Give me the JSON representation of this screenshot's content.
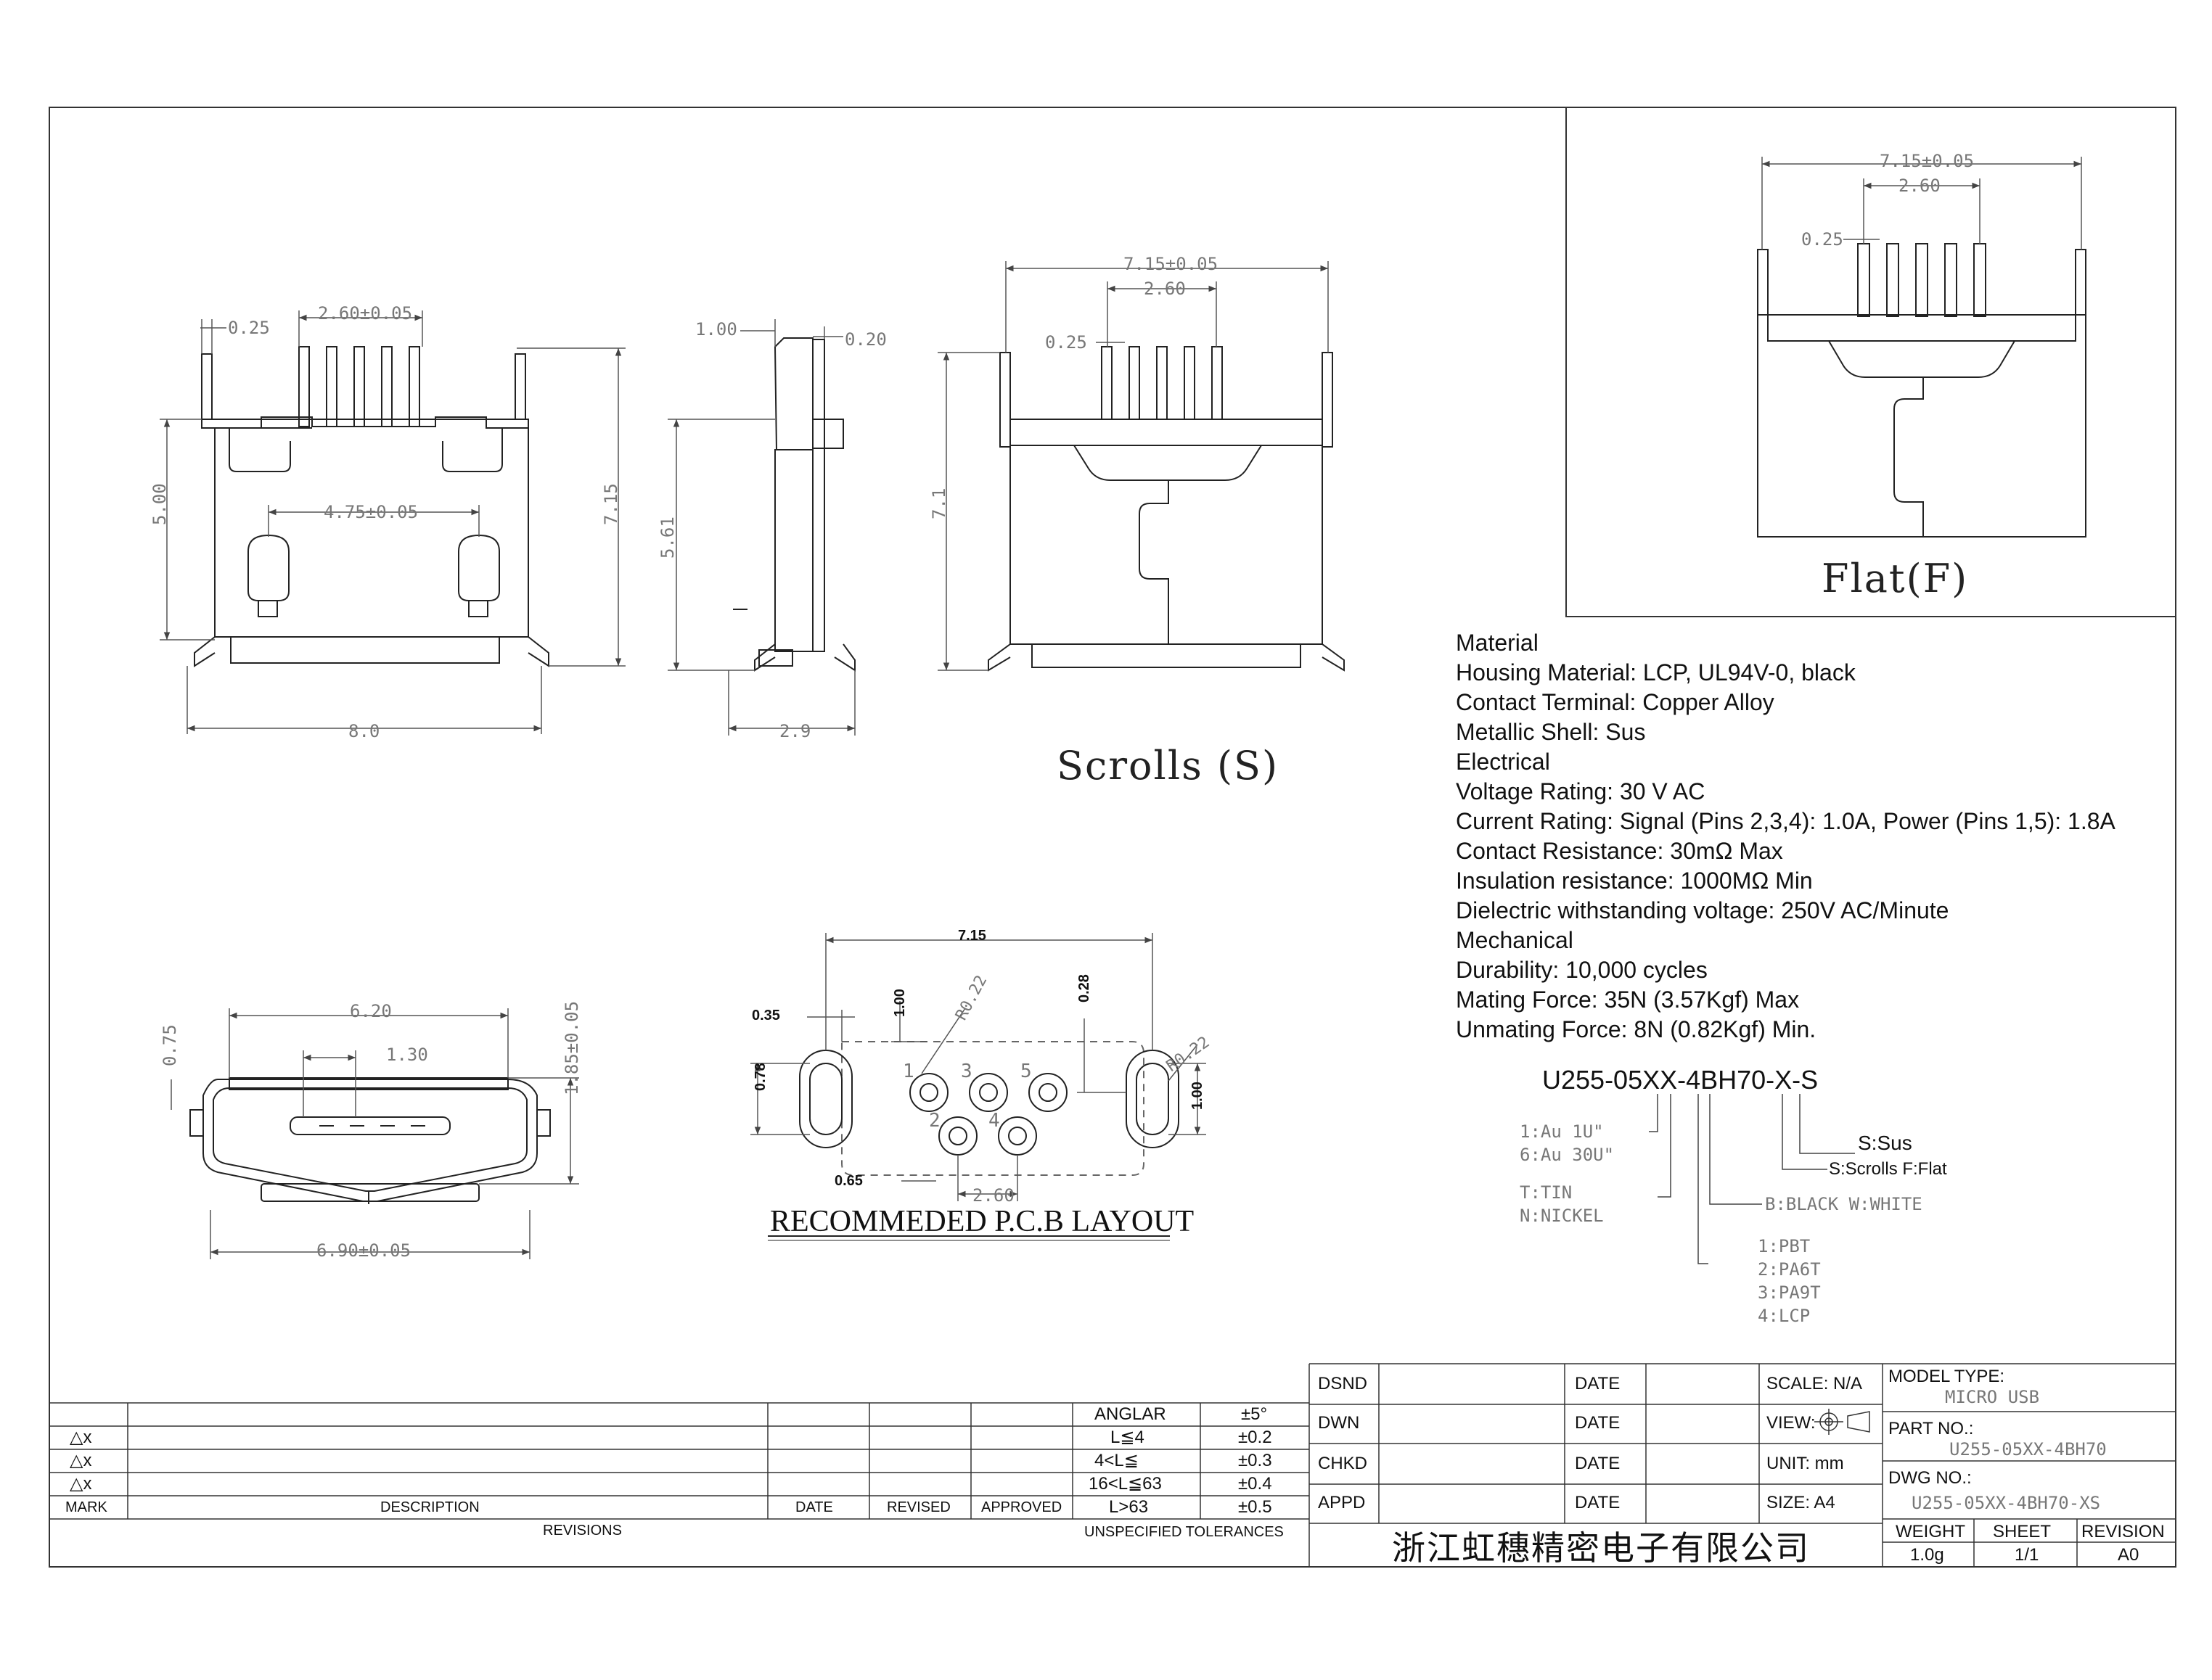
{
  "specs": {
    "lines": [
      "Material",
      "Housing Material: LCP, UL94V-0, black",
      "Contact Terminal: Copper Alloy",
      "Metallic Shell: Sus",
      "Electrical",
      "Voltage Rating: 30 V AC",
      "Current Rating: Signal (Pins 2,3,4): 1.0A, Power (Pins 1,5): 1.8A",
      "Contact Resistance: 30mΩ Max",
      "Insulation resistance: 1000MΩ Min",
      "Dielectric withstanding voltage: 250V AC/Minute",
      "Mechanical",
      "Durability: 10,000 cycles",
      "Mating Force: 35N (3.57Kgf) Max",
      "Unmating Force: 8N (0.82Kgf) Min."
    ]
  },
  "part_number": {
    "code": "U255-05XX-4BH70-X-S",
    "plating_1": "1:Au 1U\"",
    "plating_2": "6:Au 30U\"",
    "finish_1": "T:TIN",
    "finish_2": "N:NICKEL",
    "color": "B:BLACK W:WHITE",
    "material_1": "1:PBT",
    "material_2": "2:PA6T",
    "material_3": "3:PA9T",
    "material_4": "4:LCP",
    "shell": "S:Sus",
    "style": "S:Scrolls  F:Flat"
  },
  "views": {
    "scrolls_title": "Scrolls (S)",
    "flat_title": "Flat(F)",
    "pcb_title": "RECOMMEDED P.C.B LAYOUT"
  },
  "dims": {
    "front_pitch": "2.60±0.05",
    "front_pin": "0.25",
    "front_width": "8.0",
    "front_height": "5.00",
    "front_total": "7.15",
    "front_post": "4.75±0.05",
    "side_top": "1.00",
    "side_thick": "0.20",
    "side_height": "5.61",
    "side_depth": "2.9",
    "scroll_width": "7.15±0.05",
    "scroll_pitch": "2.60",
    "scroll_pin": "0.25",
    "scroll_height": "7.1",
    "flat_width": "7.15±0.05",
    "flat_pitch": "2.60",
    "flat_pin": "0.25",
    "face_width": "6.20",
    "face_inner": "1.30",
    "face_side": "0.75",
    "face_height": "1.85±0.05",
    "face_bottom": "6.90±0.05",
    "pcb_width": "7.15",
    "pcb_035": "0.35",
    "pcb_100a": "1.00",
    "pcb_r1": "R0.22",
    "pcb_028": "0.28",
    "pcb_r2": "R0.22",
    "pcb_078": "0.78",
    "pcb_100b": "1.00",
    "pcb_065": "0.65",
    "pcb_pitch": "2.60",
    "pin_1": "1",
    "pin_2": "2",
    "pin_3": "3",
    "pin_4": "4",
    "pin_5": "5"
  },
  "tolerances": {
    "label_anglar": "ANGLAR",
    "val_anglar": "±5°",
    "r1_label": "L≦4",
    "r1_val": "±0.2",
    "r2_label": "4<L≦",
    "r2_val": "±0.3",
    "r3_label": "16<L≦63",
    "r3_val": "±0.4",
    "r4_label": "L>63",
    "r4_val": "±0.5",
    "caption": "UNSPECIFIED TOLERANCES"
  },
  "revisions": {
    "row_marks": [
      "△x",
      "△x",
      "△x"
    ],
    "col_mark": "MARK",
    "col_desc": "DESCRIPTION",
    "col_date": "DATE",
    "col_revised": "REVISED",
    "col_approved": "APPROVED",
    "caption": "REVISIONS"
  },
  "title_block": {
    "dsnd": "DSND",
    "dwn": "DWN",
    "chkd": "CHKD",
    "appd": "APPD",
    "date_label": "DATE",
    "scale": "SCALE: N/A",
    "view": "VIEW:",
    "unit": "UNIT: mm",
    "size": "SIZE: A4",
    "model_type_label": "MODEL TYPE:",
    "model_type": "MICRO USB",
    "part_no_label": "PART NO.:",
    "part_no": "U255-05XX-4BH70",
    "dwg_no_label": "DWG NO.:",
    "dwg_no": "U255-05XX-4BH70-XS",
    "company": "浙江虹穗精密电子有限公司",
    "weight_label": "WEIGHT",
    "weight": "1.0g",
    "sheet_label": "SHEET",
    "sheet": "1/1",
    "revision_label": "REVISION",
    "revision": "A0"
  }
}
